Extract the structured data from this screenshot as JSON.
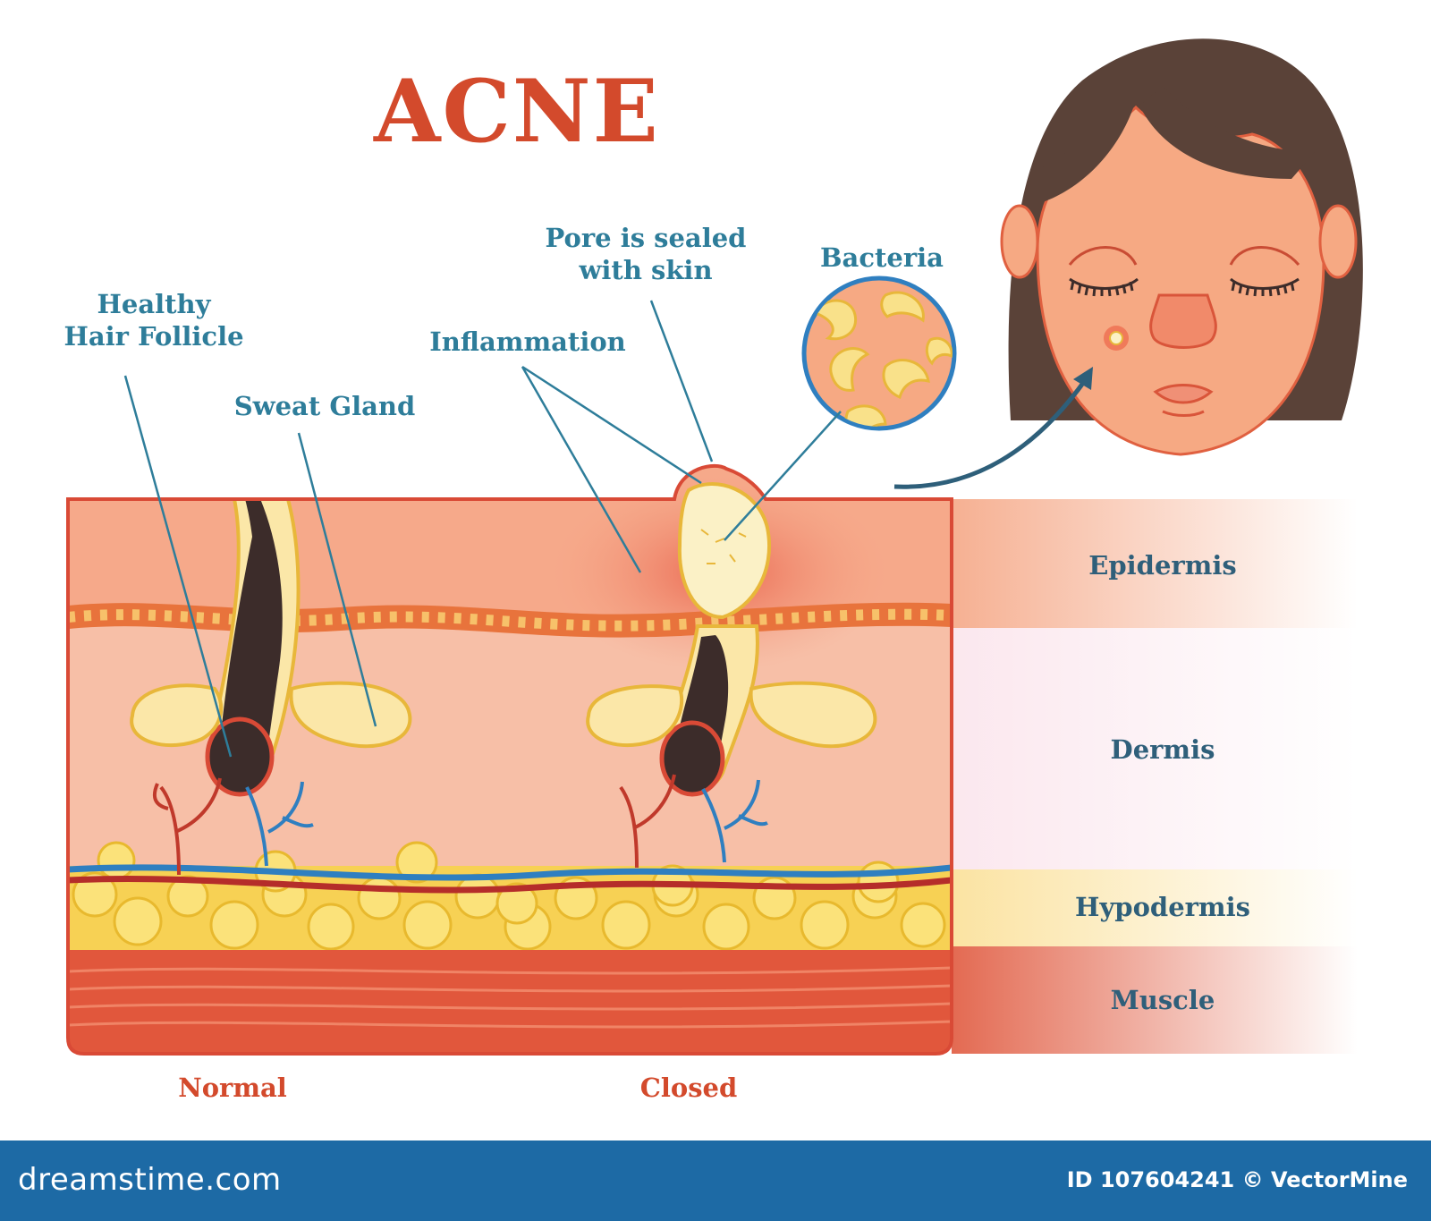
{
  "title": "ACNE",
  "labels": {
    "healthy_hair_follicle": [
      "Healthy",
      "Hair Follicle"
    ],
    "sweat_gland": "Sweat Gland",
    "inflammation": "Inflammation",
    "pore_sealed": [
      "Pore is sealed",
      "with skin"
    ],
    "bacteria": "Bacteria"
  },
  "layers": {
    "epidermis": "Epidermis",
    "dermis": "Dermis",
    "hypodermis": "Hypodermis",
    "muscle": "Muscle"
  },
  "captions": {
    "normal": "Normal",
    "closed": "Closed"
  },
  "footer": {
    "site": "dreamstime.com",
    "id_text": "ID 107604241 © VectorMine"
  },
  "colors": {
    "title": "#d34a2c",
    "label": "#2e7d9a",
    "layer_label": "#2f5f7a",
    "footer_bg": "#1d6aa5",
    "skin": "#f6a98a",
    "dermis": "#f7bfa7",
    "fat": "#f7d154",
    "muscle": "#e1573c"
  }
}
